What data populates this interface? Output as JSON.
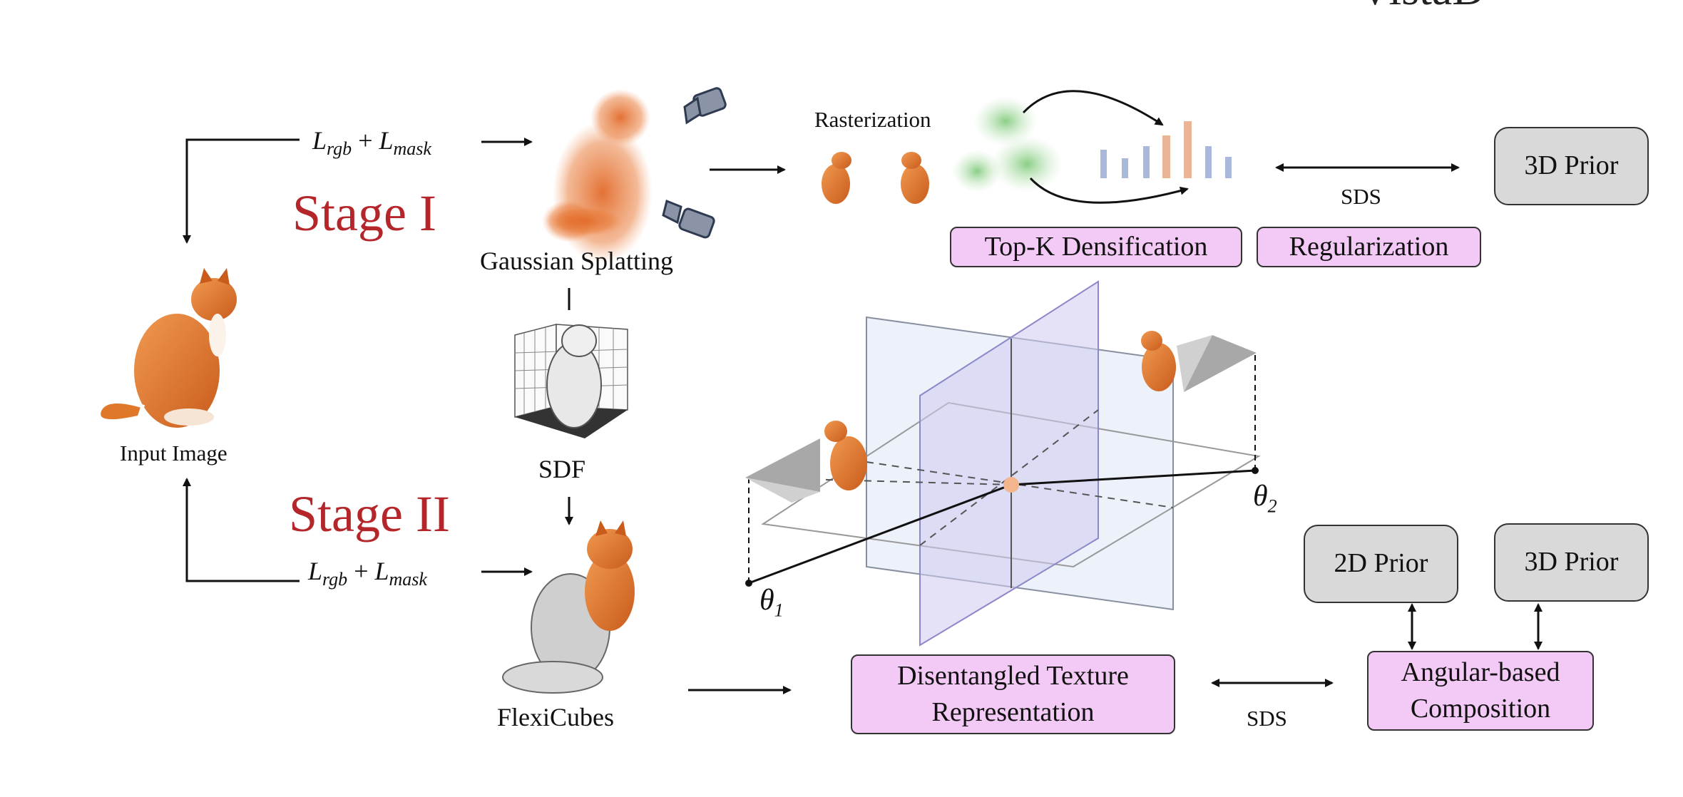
{
  "header": {
    "title_fragment": "VistaD"
  },
  "stages": {
    "stage1": "Stage I",
    "stage2": "Stage II"
  },
  "input_image_label": "Input Image",
  "loss_top": {
    "a": "L",
    "a_sub": "rgb",
    "plus": " + ",
    "b": "L",
    "b_sub": "mask"
  },
  "loss_bottom": {
    "a": "L",
    "a_sub": "rgb",
    "plus": " + ",
    "b": "L",
    "b_sub": "mask"
  },
  "gaussian_splatting_label": "Gaussian Splatting",
  "sdf_label": "SDF",
  "flexicubes_label": "FlexiCubes",
  "rasterization_label": "Rasterization",
  "top_k_label": "Top-K Densification",
  "regularization_label": "Regularization",
  "prior_3d_top": "3D Prior",
  "sds_top": "SDS",
  "prior_2d": "2D Prior",
  "prior_3d_bottom": "3D Prior",
  "texture_box": {
    "line1": "Disentangled Texture",
    "line2": "Representation"
  },
  "composition_box": {
    "line1": "Angular-based",
    "line2": "Composition"
  },
  "sds_bottom": "SDS",
  "theta1": {
    "sym": "θ",
    "sub": "1"
  },
  "theta2": {
    "sym": "θ",
    "sub": "2"
  },
  "colors": {
    "stage_red": "#b5262b",
    "pink_box": "#f3c9f5",
    "grey_box": "#d9d9d9",
    "cat_orange": "#e0782a"
  }
}
